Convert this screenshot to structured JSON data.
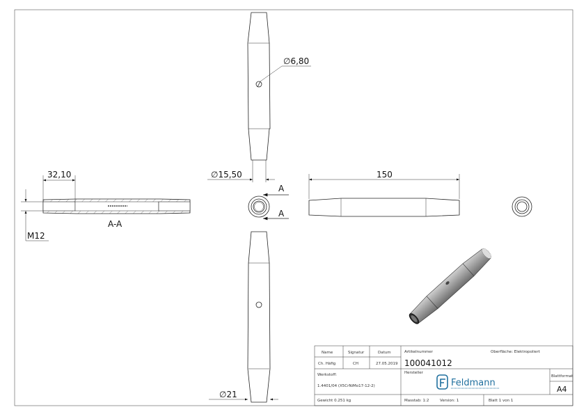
{
  "drawing": {
    "dimensions": {
      "hole_diameter": "6,80",
      "body_diameter": "15,50",
      "end_diameter": "21",
      "length": "150",
      "thread_depth": "32,10",
      "thread": "M12"
    },
    "section_label": "A-A",
    "section_marker": "A",
    "diameter_symbol": "∅"
  },
  "title_block": {
    "name_header": "Name",
    "signature_header": "Signatur",
    "date_header": "Datum",
    "name": "Ch. Häfig",
    "signature": "CH",
    "date": "27.05.2019",
    "article_label": "Artikelnummer",
    "article_number": "100041012",
    "surface": "Oberfläche:  Elektropoliert",
    "material_label": "Werkstoff:",
    "material": "1.4401/04 (X5CrNiMo17-12-2)",
    "manufacturer_label": "Hersteller",
    "logo_text": "Feldmann",
    "format_label": "Blattformat",
    "format": "A4",
    "weight": "Gewicht 0.251 kg",
    "scale": "Masstab: 1:2",
    "version": "Version: 1",
    "sheet": "Blatt 1 von 1",
    "brand_color": "#1f6f9e"
  }
}
